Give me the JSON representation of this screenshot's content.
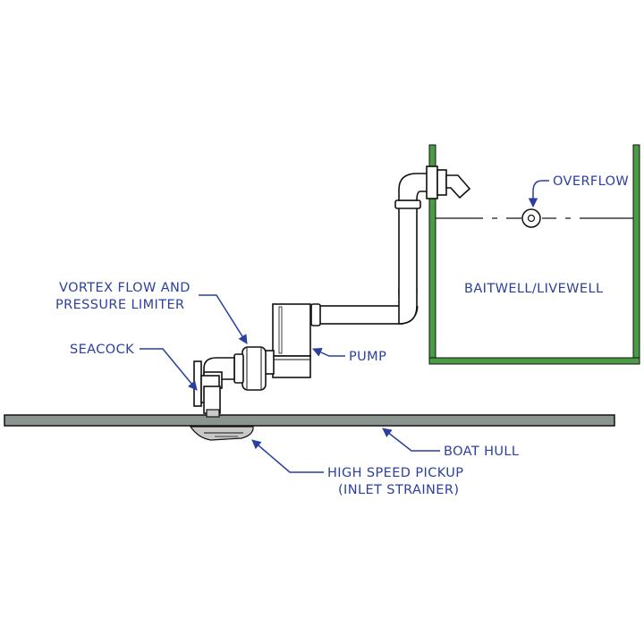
{
  "labels": {
    "overflow": "OVERFLOW",
    "tank": "BAITWELL/LIVEWELL",
    "vortex_line1": "VORTEX FLOW AND",
    "vortex_line2": "PRESSURE LIMITER",
    "seacock": "SEACOCK",
    "pump": "PUMP",
    "boat_hull": "BOAT HULL",
    "pickup_line1": "HIGH SPEED PICKUP",
    "pickup_line2": "(INLET STRAINER)"
  },
  "colors": {
    "label_text": "#2b3fa0",
    "tank_wall": "#4a9a46",
    "hull": "#8c948f",
    "outline": "#111111"
  }
}
